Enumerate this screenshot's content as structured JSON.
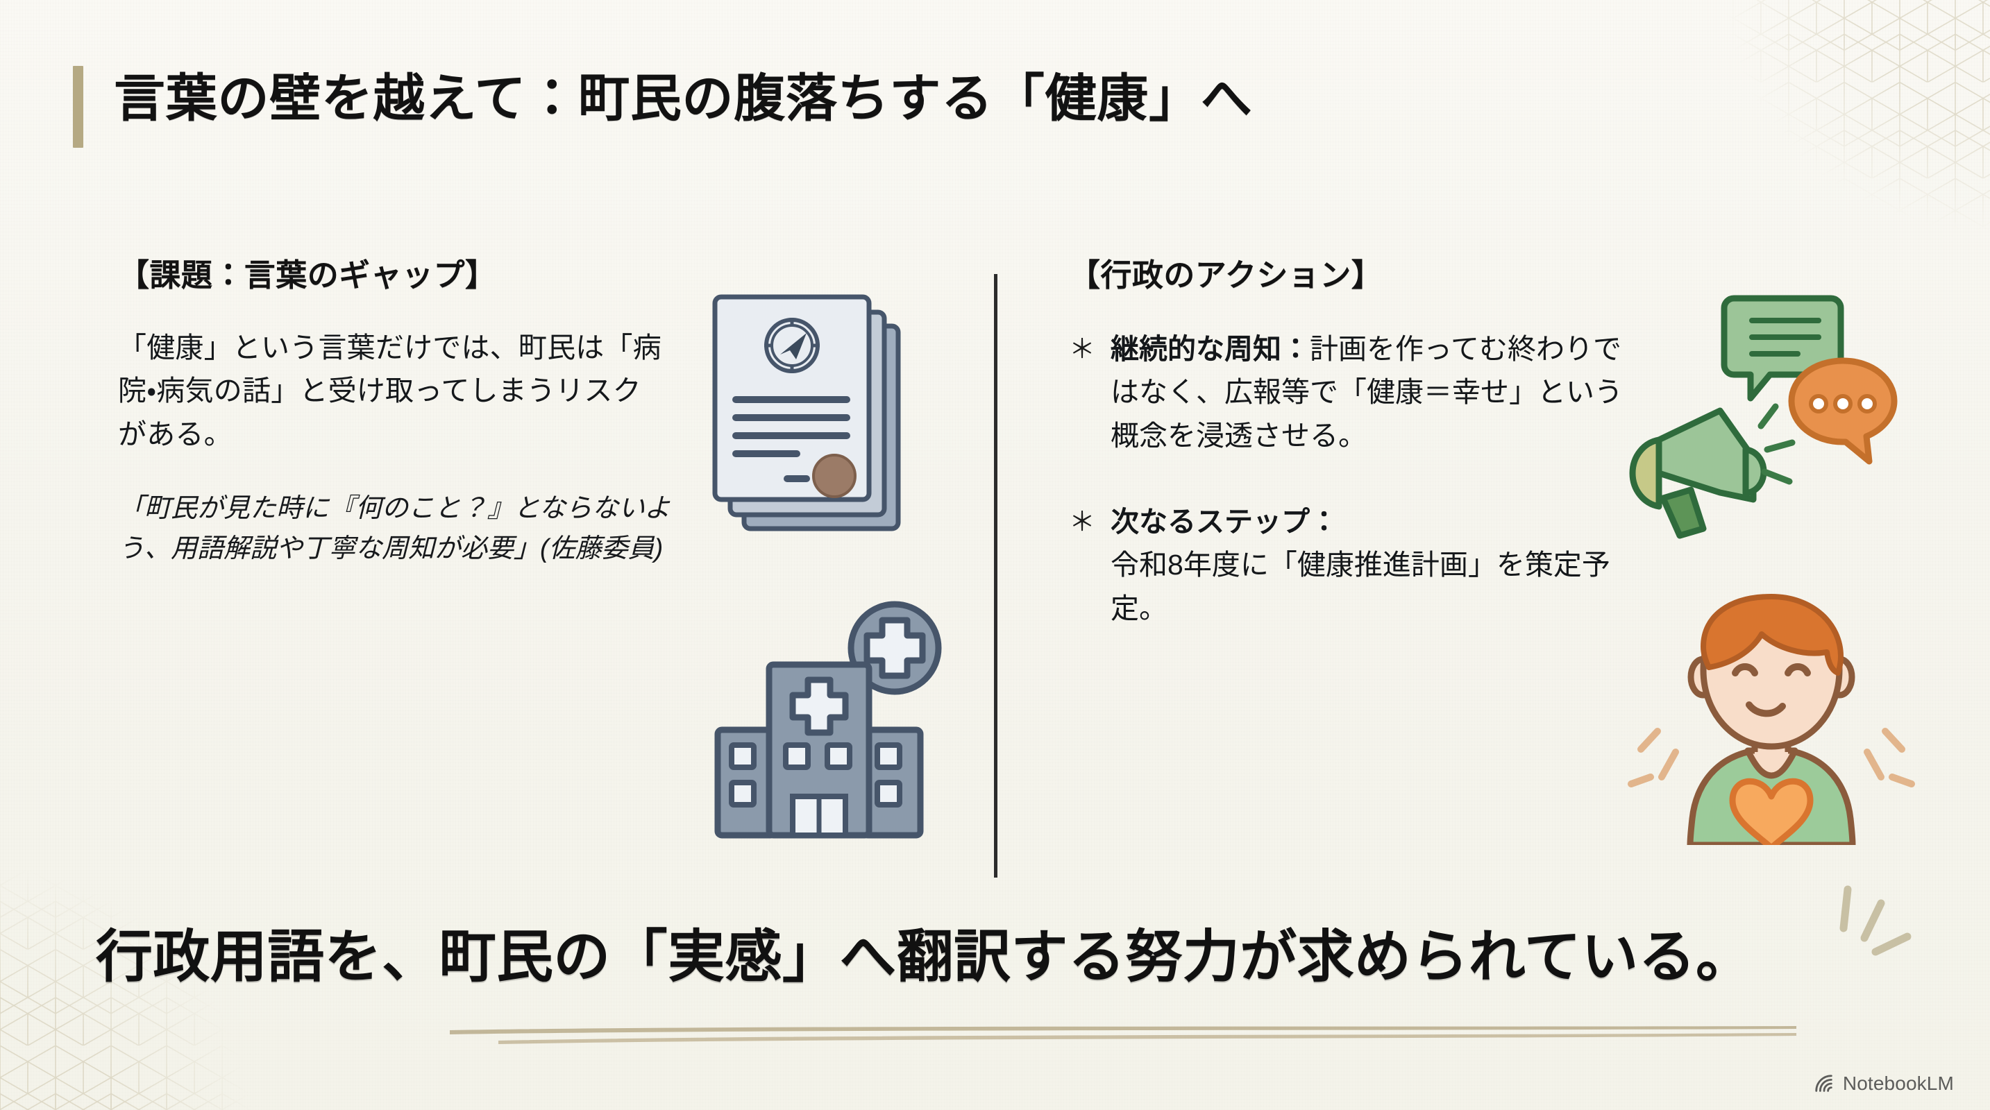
{
  "slide": {
    "title": "言葉の壁を越えて：町民の腹落ちする「健康」へ",
    "accent_bar_color": "#b5a983",
    "background_color": "#f7f6f0",
    "divider_color": "#2c2c2c"
  },
  "left_column": {
    "heading": "【課題：言葉のギャップ】",
    "paragraph": "「健康」という言葉だけでは、町民は「病院・病気の話」と受け取ってしまうリスクがある。",
    "quote": "「町民が見た時に『何のこと？』とならないよう、用語解説や丁寧な周知が必要」(佐藤委員)"
  },
  "right_column": {
    "heading": "【行政のアクション】",
    "bullets": [
      {
        "marker": "＊",
        "lead": "継続的な周知：",
        "text": "計画を作ってむ終わりではなく、広報等で「健康＝幸せ」という概念を浸透させる。"
      },
      {
        "marker": "＊",
        "lead": "次なるステップ：",
        "text": "令和8年度に「健康推進計画」を策定予定。"
      }
    ]
  },
  "conclusion": {
    "text": "行政用語を、町民の「実感」へ翻訳する努力が求められている。"
  },
  "illustrations": [
    {
      "name": "document-stack-illustration",
      "description": "重なった書類（コンパス章・署名欄・茶色の印章）",
      "colors": [
        "#7a8a9c",
        "#e8ecf1",
        "#3f4c5a",
        "#9a7a66"
      ]
    },
    {
      "name": "hospital-building-illustration",
      "description": "十字マーク付きの病院の建物",
      "colors": [
        "#8494a6",
        "#eef1f5",
        "#3f4c5a"
      ]
    },
    {
      "name": "megaphone-speech-illustration",
      "description": "メガホンと吹き出し（緑・オレンジ）",
      "colors": [
        "#8cbf8a",
        "#2f6b3c",
        "#e8914c",
        "#c76d28"
      ]
    },
    {
      "name": "happy-person-heart-illustration",
      "description": "笑顔の人物とハート（健康＝幸せ）",
      "colors": [
        "#d9752f",
        "#f6ddcb",
        "#9ccb9a",
        "#f7a95e",
        "#8a5a3a"
      ]
    }
  ],
  "footer": {
    "brand_name": "NotebookLM",
    "brand_icon": "notebooklm-spiral-icon"
  }
}
